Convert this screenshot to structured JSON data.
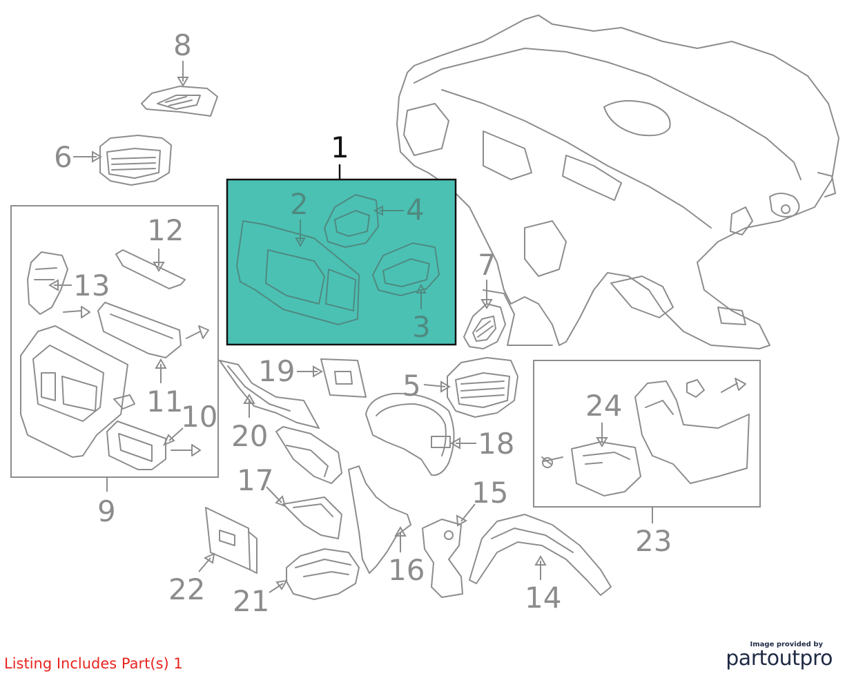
{
  "diagram": {
    "callouts": {
      "c1": "1",
      "c2": "2",
      "c3": "3",
      "c4": "4",
      "c5": "5",
      "c6": "6",
      "c7": "7",
      "c8": "8",
      "c9": "9",
      "c10": "10",
      "c11": "11",
      "c12": "12",
      "c13": "13",
      "c14": "14",
      "c15": "15",
      "c16": "16",
      "c17": "17",
      "c18": "18",
      "c19": "19",
      "c20": "20",
      "c21": "21",
      "c22": "22",
      "c23": "23",
      "c24": "24"
    },
    "highlight_color": "#4bc1b4",
    "line_color": "#8c8c8c"
  },
  "listing_note": "Listing Includes Part(s) 1",
  "credit": {
    "caption": "Image provided by",
    "brand": "partoutpro"
  },
  "colors": {
    "note_red": "#e8231e",
    "brand_navy": "#1f2a44"
  }
}
